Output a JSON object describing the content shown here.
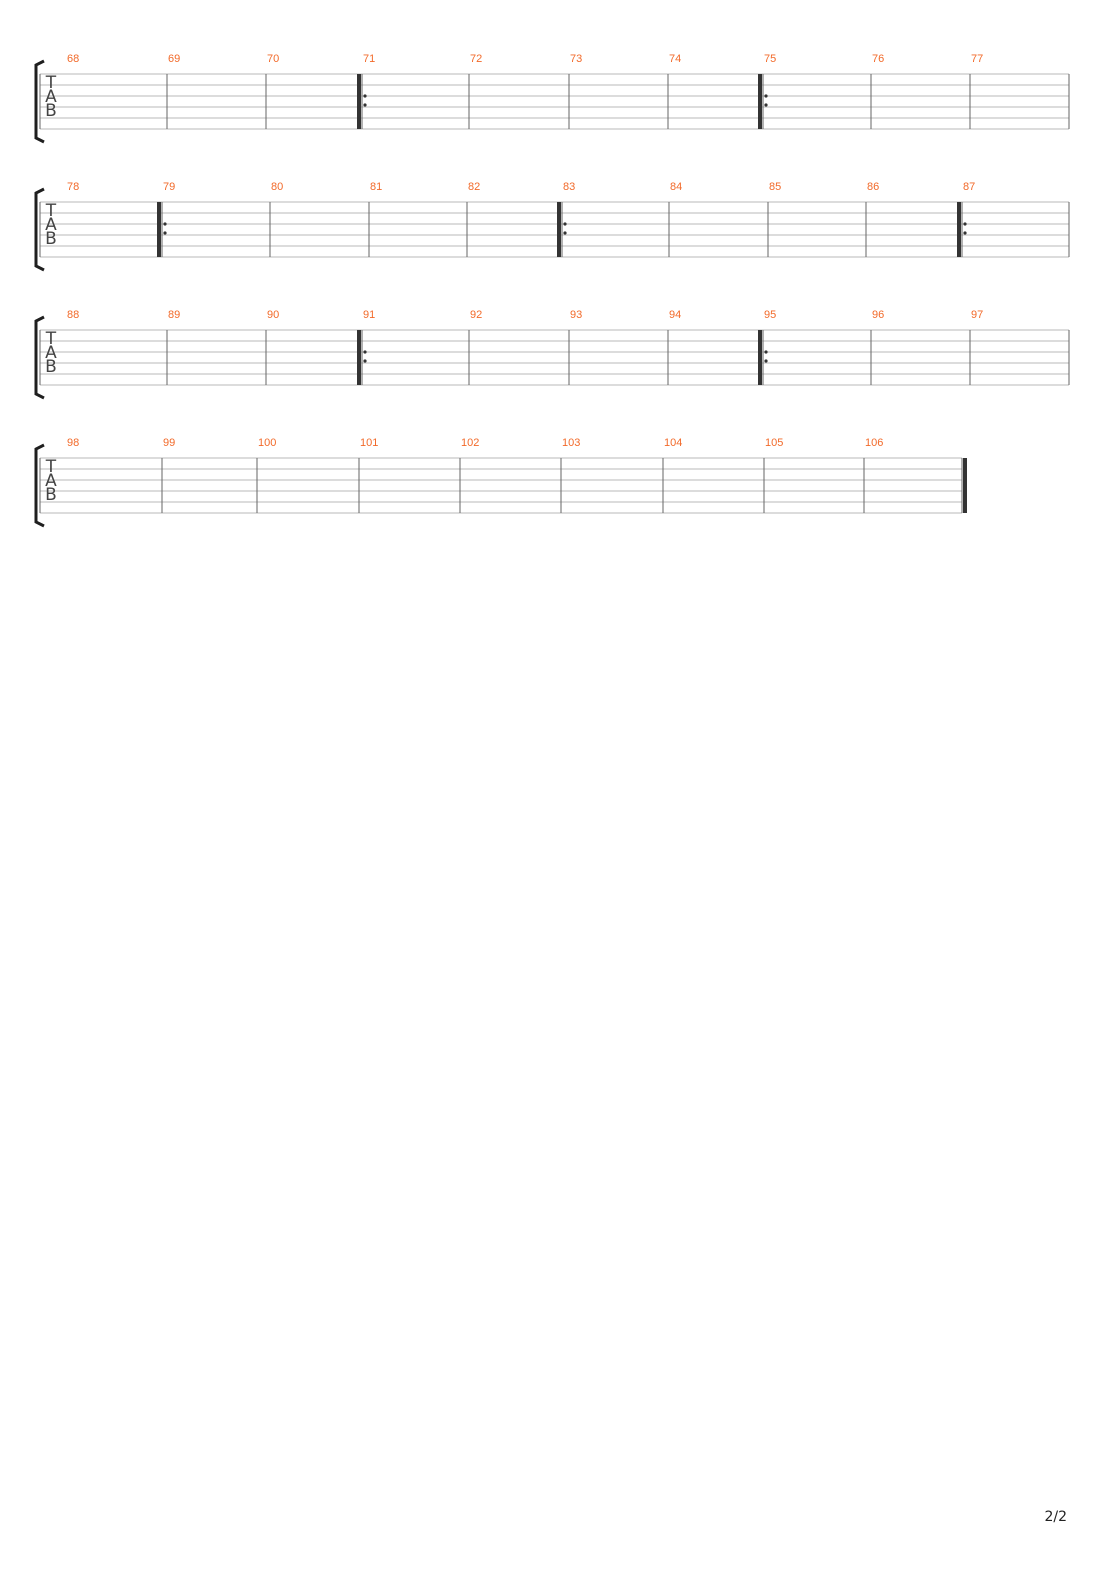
{
  "clef": {
    "letters": [
      "T",
      "A",
      "B"
    ]
  },
  "colors": {
    "measure_number": "#f26a2a",
    "staff_line": "#b9b9b9",
    "barline": "#666666",
    "thick_bar": "#333333",
    "bracket": "#1f1f1f",
    "clef": "#444444"
  },
  "systems": [
    {
      "measures": [
        68,
        69,
        70,
        71,
        72,
        73,
        74,
        75,
        76,
        77
      ],
      "repeat_starts": [
        71,
        75
      ],
      "final_barline": false
    },
    {
      "measures": [
        78,
        79,
        80,
        81,
        82,
        83,
        84,
        85,
        86,
        87
      ],
      "repeat_starts": [
        79,
        83,
        87
      ],
      "final_barline": false
    },
    {
      "measures": [
        88,
        89,
        90,
        91,
        92,
        93,
        94,
        95,
        96,
        97
      ],
      "repeat_starts": [
        91,
        95
      ],
      "final_barline": false
    },
    {
      "measures": [
        98,
        99,
        100,
        101,
        102,
        103,
        104,
        105,
        106
      ],
      "repeat_starts": [],
      "final_barline": true
    }
  ],
  "footer": {
    "page_number": "2/2"
  }
}
